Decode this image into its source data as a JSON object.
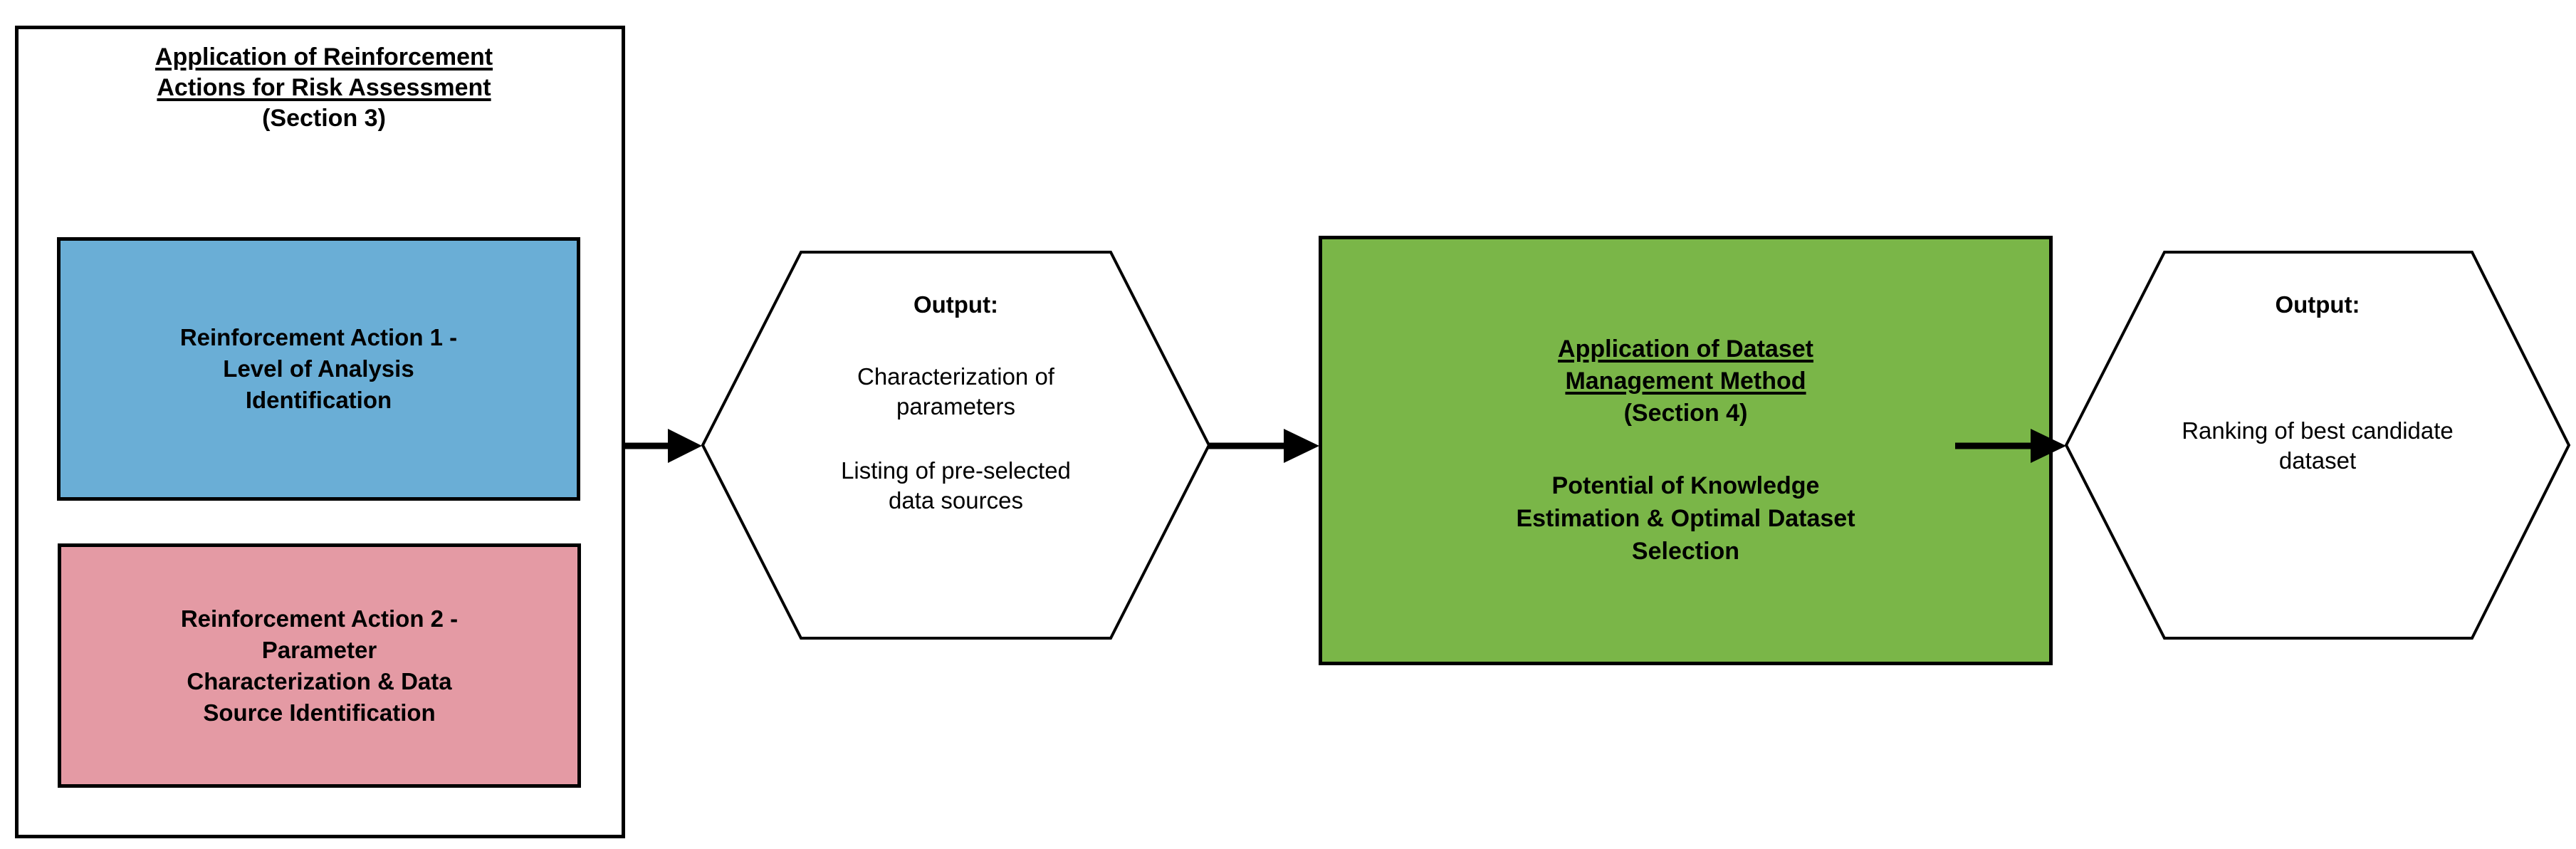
{
  "diagram": {
    "title_group": {
      "line1": "Application of Reinforcement",
      "line2": "Actions for Risk Assessment",
      "line3": "(Section 3)"
    },
    "blue_box": {
      "line1": "Reinforcement Action 1 -",
      "line2": "Level of Analysis",
      "line3": "Identification"
    },
    "pink_box": {
      "line1": "Reinforcement Action 2 -",
      "line2": "Parameter",
      "line3": "Characterization & Data",
      "line4": "Source Identification"
    },
    "hex_output_1": {
      "heading": "Output:",
      "body1_line1": "Characterization of",
      "body1_line2": "parameters",
      "body2_line1": "Listing of pre-selected",
      "body2_line2": "data sources"
    },
    "green_box": {
      "title_line1": "Application of Dataset",
      "title_line2": "Management Method",
      "title_line3": "(Section 4)",
      "sub_line1": "Potential of Knowledge",
      "sub_line2": "Estimation & Optimal Dataset",
      "sub_line3": "Selection"
    },
    "hex_output_2": {
      "heading": "Output:",
      "body_line1": "Ranking of best candidate",
      "body_line2": "dataset"
    },
    "arrows": {
      "arrow1_name": "arrow-group-to-output1",
      "arrow2_name": "arrow-output1-to-green",
      "arrow3_name": "arrow-green-to-output2"
    },
    "colors": {
      "blue": "#6AAED6",
      "pink": "#E49AA4",
      "green": "#7AB648",
      "stroke": "#000000",
      "background": "#FFFFFF"
    }
  }
}
